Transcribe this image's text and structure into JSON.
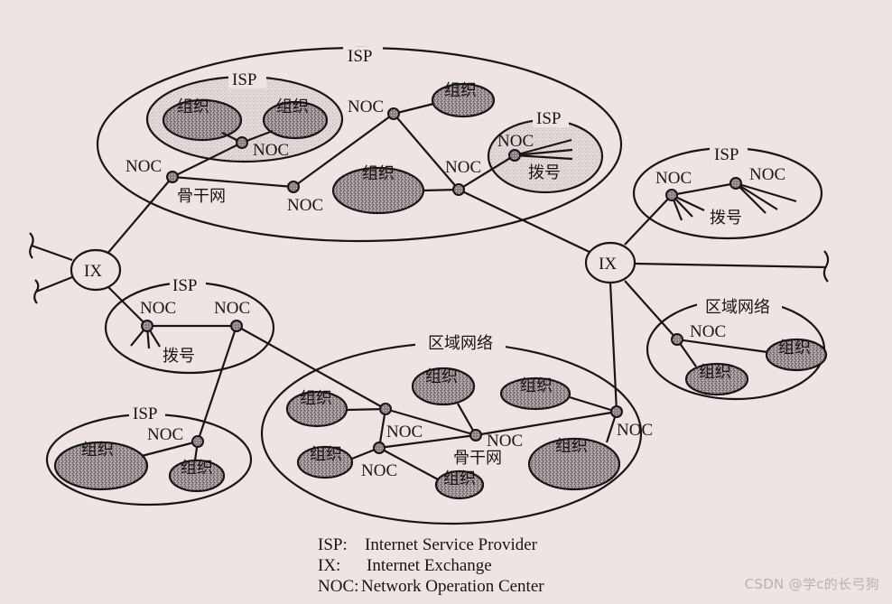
{
  "labels": {
    "isp": "ISP",
    "ix": "IX",
    "noc": "NOC",
    "org": "组织",
    "dialup": "拨号",
    "backbone": "骨干网",
    "regional_network": "区域网络"
  },
  "legend": [
    {
      "key": "ISP:",
      "value": "Internet Service Provider"
    },
    {
      "key": "IX:",
      "value": "Internet Exchange"
    },
    {
      "key": "NOC:",
      "value": "Network Operation Center"
    }
  ],
  "watermark": "CSDN @学c的长弓狗",
  "colors": {
    "background": "#efe4e4",
    "ink": "#1a1414"
  }
}
